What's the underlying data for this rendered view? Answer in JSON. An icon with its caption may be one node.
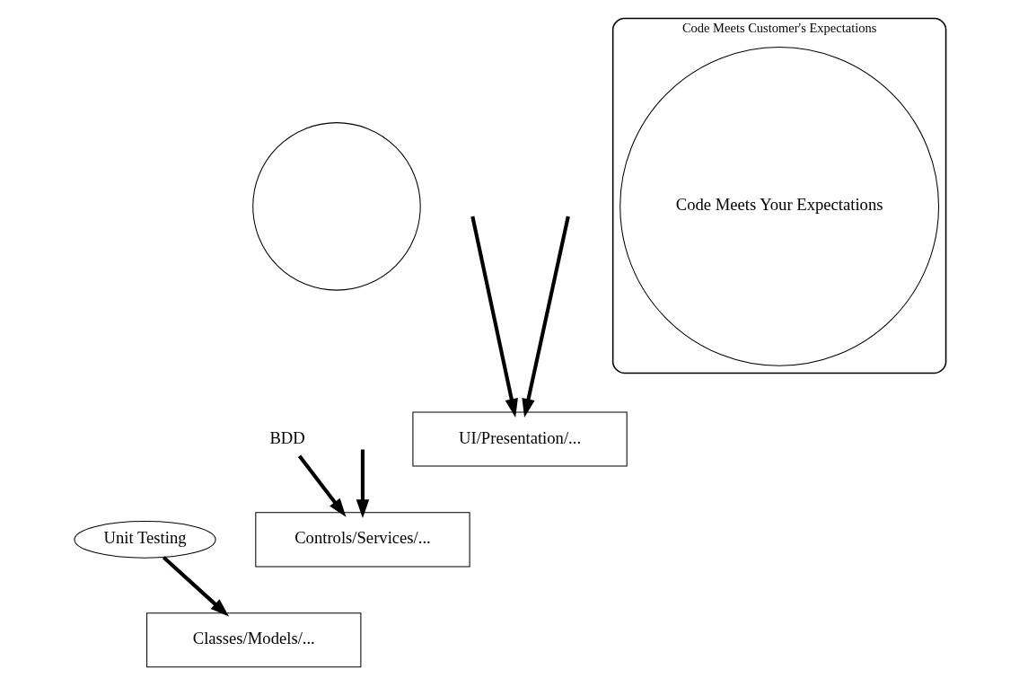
{
  "diagram": {
    "nodes": [
      {
        "text": [],
        "shape": "circle"
      },
      {
        "text": [
          "UI/Presentation/..."
        ]
      },
      {
        "text": [
          "BDD"
        ]
      },
      {
        "text": [
          "Controls/Services/..."
        ]
      },
      {
        "text": [
          "Unit Testing"
        ]
      },
      {
        "text": [
          "Classes/Models/..."
        ]
      },
      {
        "text": [
          "Code Meets Customer's Expectations"
        ]
      },
      {
        "text": [
          "Code Meets Your Expectations"
        ],
        "in": 6
      }
    ],
    "edges": [
      {
        "from": null,
        "to": 1,
        "arrow": "to"
      },
      {
        "from": null,
        "to": 1,
        "arrow": "to"
      },
      {
        "from": 2,
        "to": 3,
        "arrow": "to"
      },
      {
        "from": null,
        "to": 3,
        "arrow": "to"
      },
      {
        "from": 4,
        "to": 5,
        "arrow": "to"
      }
    ]
  }
}
